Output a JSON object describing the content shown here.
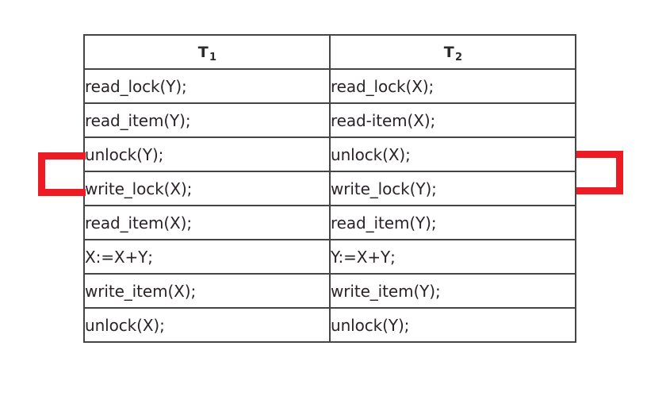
{
  "figure": {
    "background_color": "#ffffff",
    "border_color": "#454545",
    "text_color": "#2a2329",
    "annotation_color": "#ed1c24"
  },
  "table": {
    "headers": [
      {
        "base": "T",
        "subscript": "1",
        "full": "T1"
      },
      {
        "base": "T",
        "subscript": "2",
        "full": "T2"
      }
    ],
    "rows": [
      {
        "t1": "read_lock(Y);",
        "t2": "read_lock(X);"
      },
      {
        "t1": "read_item(Y);",
        "t2": "read-item(X);"
      },
      {
        "t1": "unlock(Y);",
        "t2": "unlock(X);"
      },
      {
        "t1": "write_lock(X);",
        "t2": "write_lock(Y);"
      },
      {
        "t1": "read_item(X);",
        "t2": "read_item(Y);"
      },
      {
        "t1": "X:=X+Y;",
        "t2": "Y:=X+Y;"
      },
      {
        "t1": "write_item(X);",
        "t2": "write_item(Y);"
      },
      {
        "t1": "unlock(X);",
        "t2": "unlock(Y);"
      }
    ]
  },
  "annotations": [
    {
      "name": "bracket-left",
      "shape": "left-bracket",
      "color": "#ed1c24"
    },
    {
      "name": "bracket-right",
      "shape": "right-bracket",
      "color": "#ed1c24"
    }
  ]
}
